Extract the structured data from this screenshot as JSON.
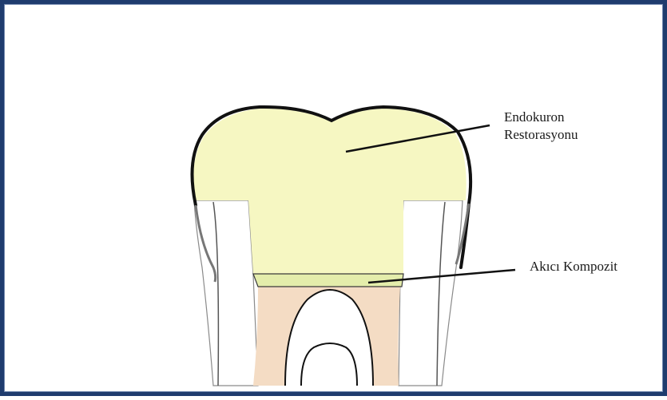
{
  "labels": {
    "endokuron_line1": "Endokuron",
    "endokuron_line2": "Restorasyonu",
    "akici_kompozit": "Akıcı Kompozit"
  },
  "colors": {
    "frame": "#1f3c6e",
    "restoration_fill": "#f6f7c2",
    "composite_fill": "#e4edab",
    "pulp_fill": "#f4dcc4",
    "outline": "#111111",
    "root_outline": "#555555"
  }
}
